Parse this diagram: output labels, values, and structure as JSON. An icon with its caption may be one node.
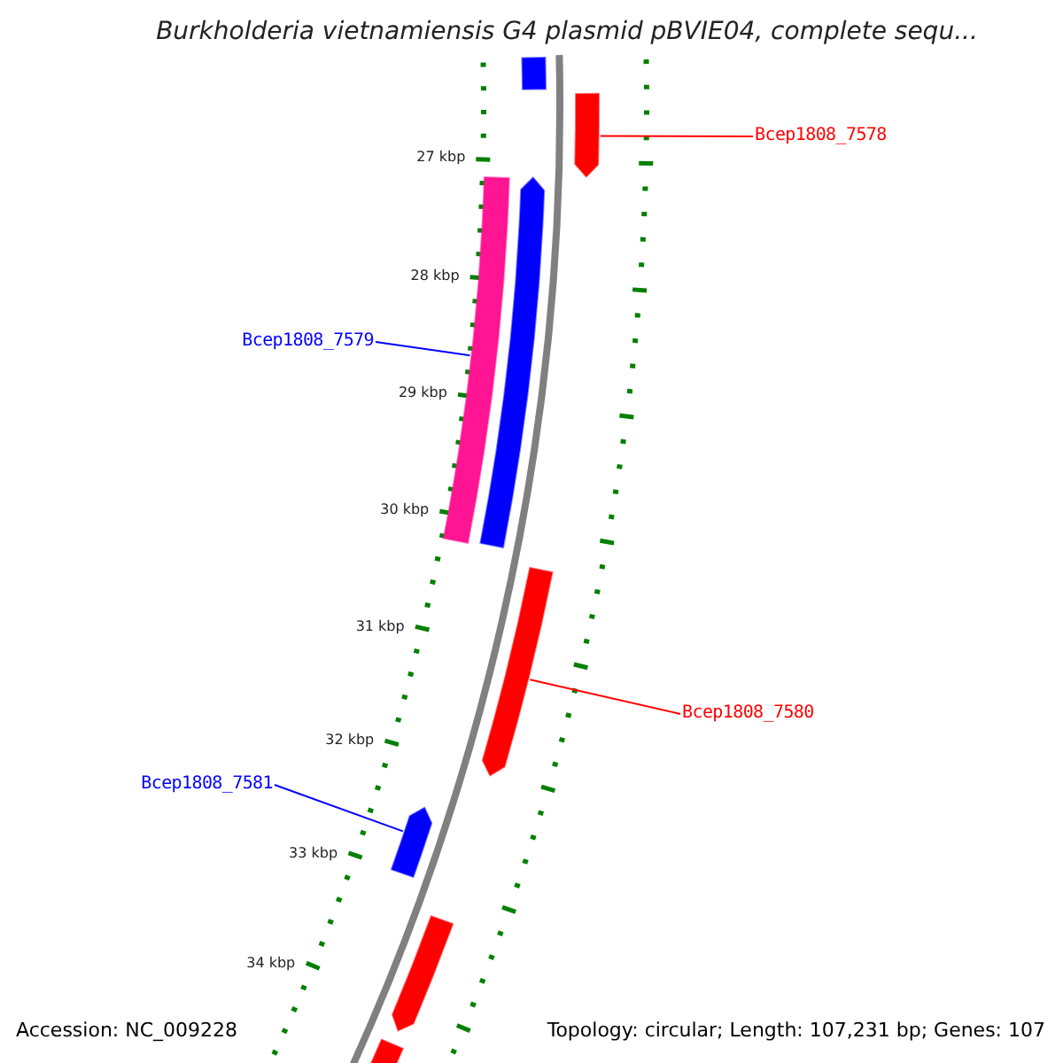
{
  "diagram": {
    "title": "Burkholderia vietnamiensis G4 plasmid pBVIE04, complete sequ...",
    "nodes": [
      {
        "text": [
          "Bcep1808_7578"
        ]
      },
      {
        "text": [
          "Bcep1808_7579"
        ]
      },
      {
        "text": [
          "Bcep1808_7580"
        ]
      },
      {
        "text": [
          "Bcep1808_7581"
        ]
      },
      {
        "text": [],
        "shape": "bar"
      },
      {
        "text": [],
        "shape": "arrow"
      },
      {
        "text": [],
        "shape": "bar"
      },
      {
        "text": [],
        "shape": "arrow"
      },
      {
        "text": [],
        "shape": "arrow"
      },
      {
        "text": [],
        "shape": "arrow"
      },
      {
        "text": [],
        "shape": "arrow"
      },
      {
        "text": [],
        "shape": "bar"
      }
    ],
    "edges": [
      {
        "from": 0,
        "to": 5,
        "arrow": "none",
        "color": "#ff0000"
      },
      {
        "from": 1,
        "to": 6,
        "arrow": "none",
        "color": "#0000ff"
      },
      {
        "from": 2,
        "to": 8,
        "arrow": "none",
        "color": "#ff0000"
      },
      {
        "from": 3,
        "to": 9,
        "arrow": "none",
        "color": "#0000ff"
      }
    ],
    "labels": [
      "27 kbp",
      "28 kbp",
      "29 kbp",
      "30 kbp",
      "31 kbp",
      "32 kbp",
      "33 kbp",
      "34 kbp",
      "Accession: NC_009228",
      "Topology: circular; Length: 107,231 bp; Genes: 107"
    ]
  }
}
